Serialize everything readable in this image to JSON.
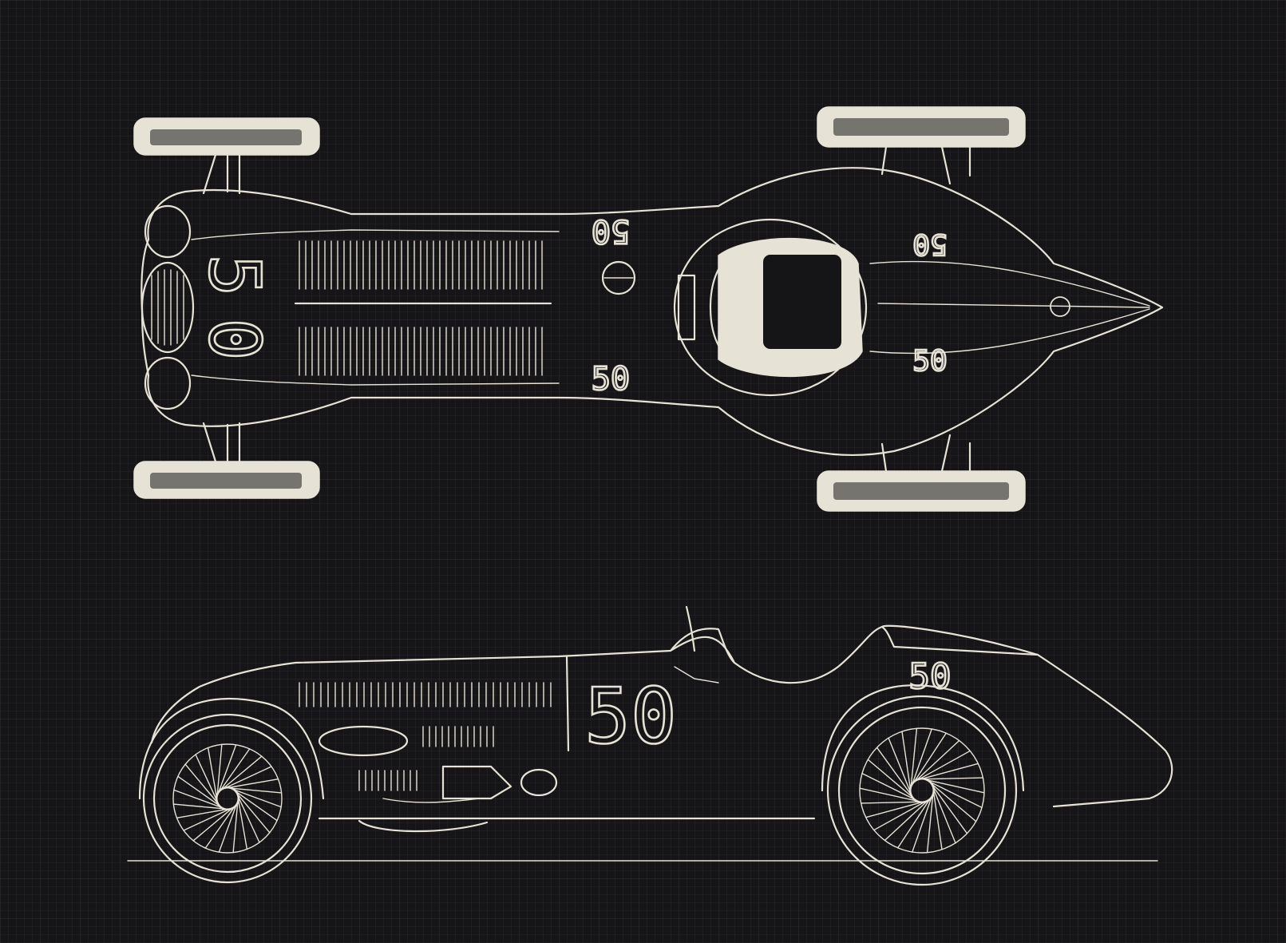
{
  "colors": {
    "background": "#151416",
    "grid": "#2a292c",
    "ink": "#e6e2d6"
  },
  "top_view": {
    "number_front_a": "5",
    "number_front_b": "0",
    "number_side_top": "50",
    "number_side_bottom": "50",
    "number_tail_top": "50",
    "number_tail_bottom": "50"
  },
  "side_view": {
    "number": "50",
    "number_tail": "50"
  }
}
